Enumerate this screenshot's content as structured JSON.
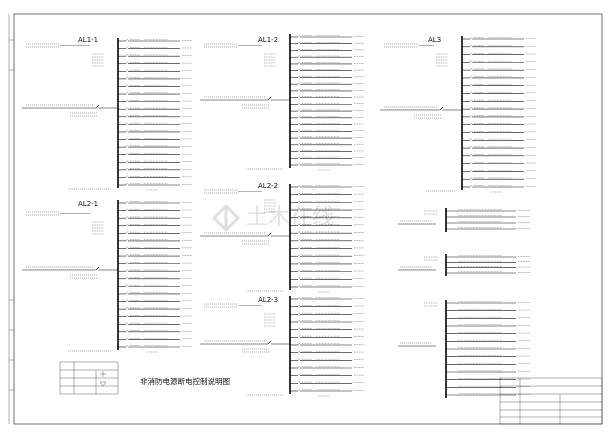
{
  "drawing": {
    "title": "非消防电源断电控制说明图",
    "watermark": "土木在线"
  },
  "panels": [
    {
      "id": "AL1-1",
      "rows": 20,
      "label_wide": true
    },
    {
      "id": "AL1-2",
      "rows": 20,
      "label_wide": true
    },
    {
      "id": "AL3",
      "rows": 20,
      "label_wide": true
    },
    {
      "id": "AL2-1",
      "rows": 20,
      "label_wide": true
    },
    {
      "id": "AL2-2",
      "rows": 14,
      "label_wide": true
    },
    {
      "id": "AL2-3",
      "rows": 13,
      "label_wide": true
    }
  ],
  "small_panels": [
    {
      "rows": 4
    },
    {
      "rows": 4
    },
    {
      "rows": 13
    }
  ],
  "colors": {
    "line": "#111111",
    "background": "#ffffff",
    "watermark": "#c9c9c9"
  }
}
